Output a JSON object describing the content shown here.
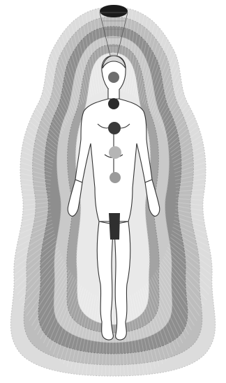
{
  "figure": {
    "background": "#ffffff",
    "aura_layers": [
      {
        "name": "outer-aura-layer",
        "fill": "#dcdcdc",
        "stroke": "#c4c4c4"
      },
      {
        "name": "aura-layer-2",
        "fill": "#bdbdbd",
        "stroke": "#a8a8a8"
      },
      {
        "name": "aura-layer-3",
        "fill": "#8e8e8e",
        "stroke": "#7a7a7a"
      },
      {
        "name": "aura-layer-4",
        "fill": "#c9c9c9",
        "stroke": "#b0b0b0"
      },
      {
        "name": "aura-layer-5",
        "fill": "#a3a3a3",
        "stroke": "#8c8c8c"
      },
      {
        "name": "inner-aura-layer",
        "fill": "#e9e9e9",
        "stroke": "#cfcfcf"
      }
    ],
    "body_outline": "#333333",
    "body_fill": "#ffffff",
    "crown_cone_color": "#1a1a1a",
    "chakras": [
      {
        "name": "third-eye-chakra",
        "color": "#6e6e6e"
      },
      {
        "name": "throat-chakra",
        "color": "#2b2b2b"
      },
      {
        "name": "heart-chakra",
        "color": "#3a3a3a"
      },
      {
        "name": "solar-plexus-chakra",
        "color": "#b5b5b5"
      },
      {
        "name": "sacral-chakra",
        "color": "#9a9a9a"
      },
      {
        "name": "root-chakra",
        "color": "#2f2f2f"
      }
    ]
  }
}
